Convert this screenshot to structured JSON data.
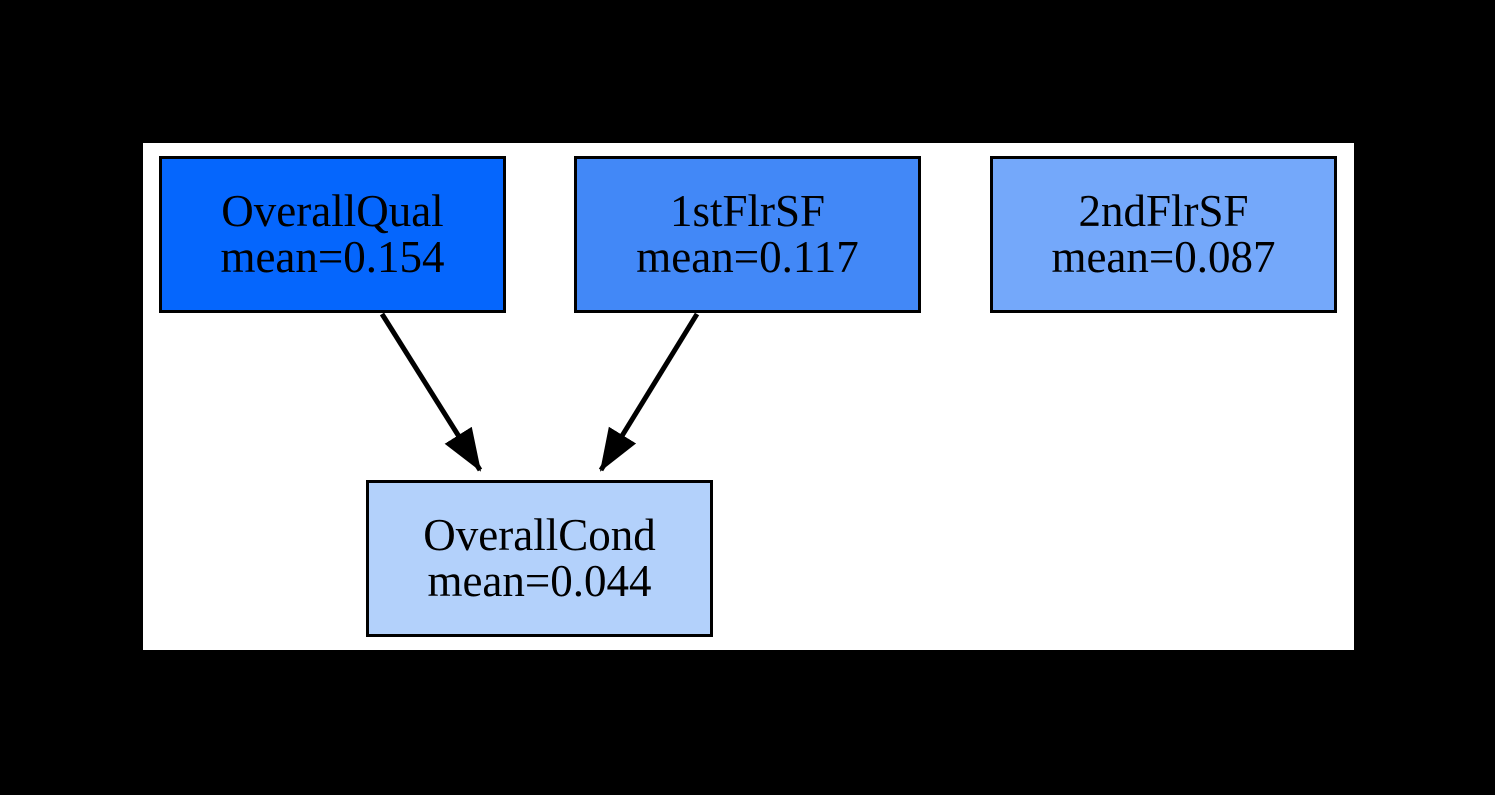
{
  "diagram": {
    "type": "directed-graph",
    "title": "",
    "background_color": "#000000",
    "canvas_color": "#ffffff",
    "edge_color": "#000000",
    "border_color": "#000000",
    "nodes": [
      {
        "id": "OverallQual",
        "name": "OverallQual",
        "stat": "mean=0.154",
        "value": 0.154,
        "fill": "#0566fd"
      },
      {
        "id": "1stFlrSF",
        "name": "1stFlrSF",
        "stat": "mean=0.117",
        "value": 0.117,
        "fill": "#4288f7"
      },
      {
        "id": "2ndFlrSF",
        "name": "2ndFlrSF",
        "stat": "mean=0.087",
        "value": 0.087,
        "fill": "#74a8fa"
      },
      {
        "id": "OverallCond",
        "name": "OverallCond",
        "stat": "mean=0.044",
        "value": 0.044,
        "fill": "#b3d1fb"
      }
    ],
    "edges": [
      {
        "from": "OverallQual",
        "to": "OverallCond"
      },
      {
        "from": "1stFlrSF",
        "to": "OverallCond"
      }
    ]
  }
}
